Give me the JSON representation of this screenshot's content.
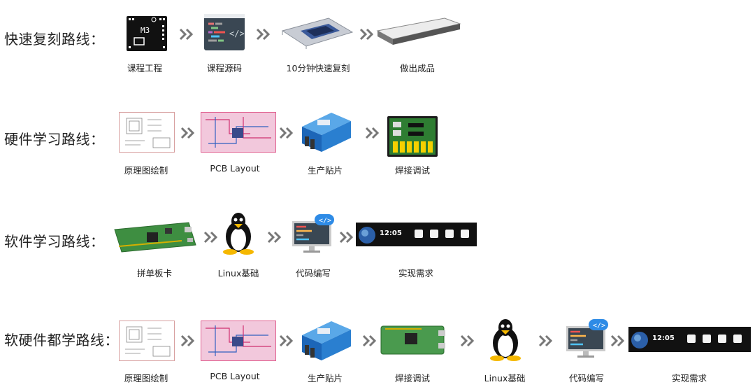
{
  "rows": [
    {
      "label": "快速复刻路线：",
      "steps": [
        "课程工程",
        "课程源码",
        "10分钟快速复刻",
        "做出成品"
      ]
    },
    {
      "label": "硬件学习路线：",
      "steps": [
        "原理图绘制",
        "PCB Layout",
        "生产贴片",
        "焊接调试"
      ]
    },
    {
      "label": "软件学习路线：",
      "steps": [
        "拼单板卡",
        "Linux基础",
        "代码编写",
        "实现需求"
      ]
    },
    {
      "label": "软硬件都学路线：",
      "steps": [
        "原理图绘制",
        "PCB Layout",
        "生产贴片",
        "焊接调试",
        "Linux基础",
        "代码编写",
        "实现需求"
      ]
    }
  ],
  "device": {
    "chip_label": "M3"
  },
  "screen": {
    "time": "12:05"
  },
  "icons": {
    "code": "code-tag-icon"
  }
}
